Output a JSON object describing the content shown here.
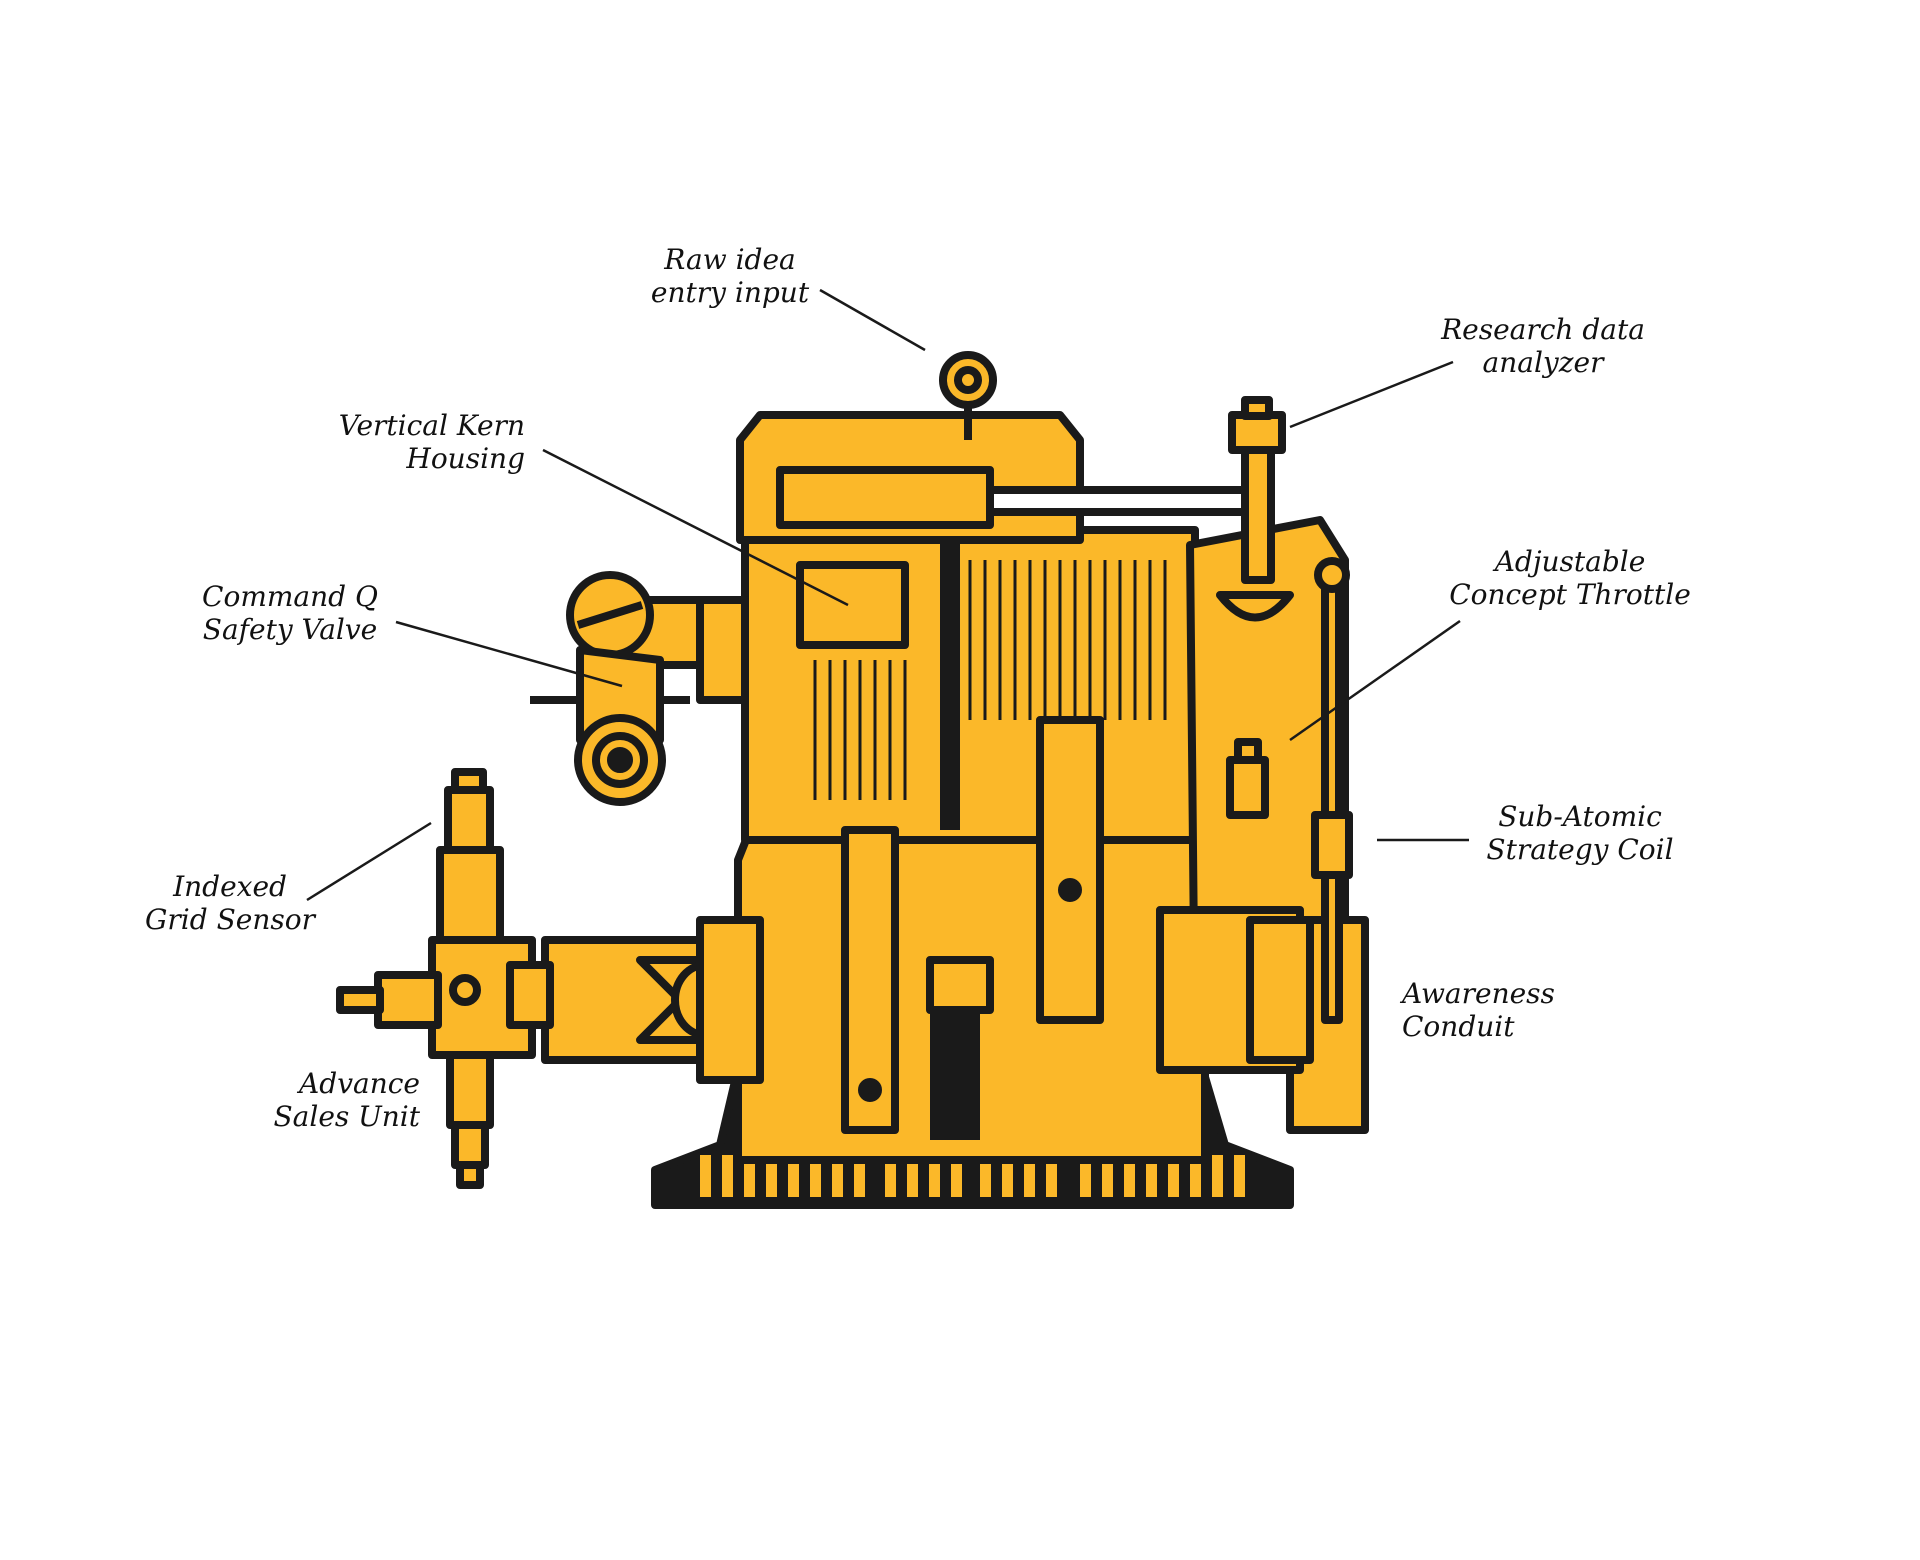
{
  "colors": {
    "body": "#FBB829",
    "outline": "#1A1A1A",
    "background": "#FFFFFF"
  },
  "labels": {
    "raw_idea": [
      "Raw idea",
      "entry input"
    ],
    "research": [
      "Research data",
      "analyzer"
    ],
    "vertical_kern": [
      "Vertical Kern",
      "Housing"
    ],
    "command_q": [
      "Command Q",
      "Safety Valve"
    ],
    "adjustable": [
      "Adjustable",
      "Concept Throttle"
    ],
    "sub_atomic": [
      "Sub-Atomic",
      "Strategy Coil"
    ],
    "indexed_grid": [
      "Indexed",
      "Grid Sensor"
    ],
    "awareness": [
      "Awareness",
      "Conduit"
    ],
    "advance_sales": [
      "Advance",
      "Sales Unit"
    ]
  }
}
